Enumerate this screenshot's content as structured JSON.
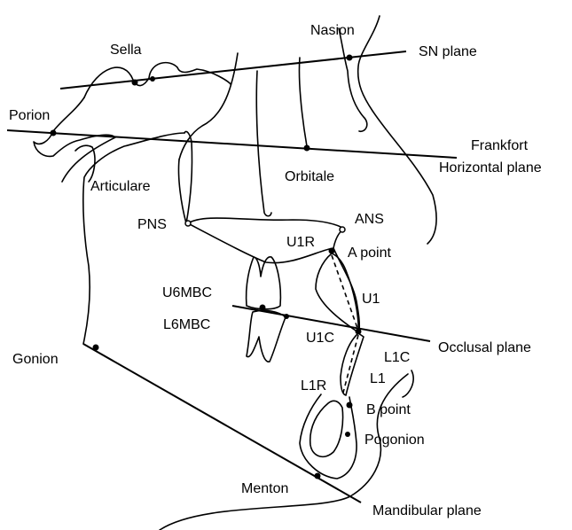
{
  "labels": {
    "sella": "Sella",
    "nasion": "Nasion",
    "sn_plane": "SN plane",
    "porion": "Porion",
    "frankfort_1": "Frankfort",
    "frankfort_2": "Horizontal plane",
    "articulare": "Articulare",
    "orbitale": "Orbitale",
    "pns": "PNS",
    "ans": "ANS",
    "u1r": "U1R",
    "a_point": "A point",
    "u6mbc": "U6MBC",
    "u1": "U1",
    "l6mbc": "L6MBC",
    "u1c": "U1C",
    "occlusal_plane": "Occlusal plane",
    "gonion": "Gonion",
    "l1c": "L1C",
    "l1r": "L1R",
    "l1": "L1",
    "b_point": "B point",
    "pogonion": "Pogonion",
    "menton": "Menton",
    "mandibular_plane": "Mandibular plane"
  },
  "colors": {
    "ink": "#000000",
    "background": "#ffffff"
  }
}
